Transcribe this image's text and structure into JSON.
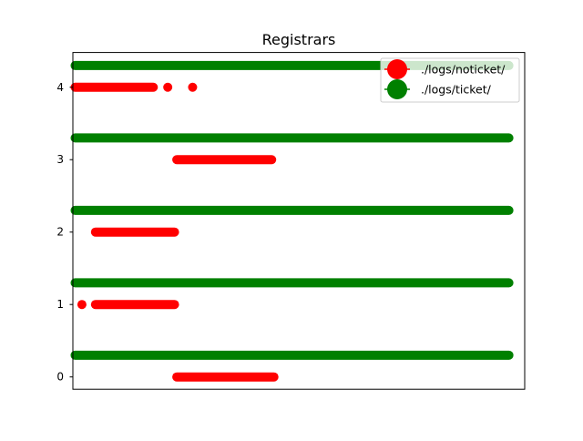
{
  "chart_data": {
    "type": "scatter",
    "title": "Registrars",
    "xlabel": "",
    "ylabel": "",
    "xlim": [
      0,
      100
    ],
    "ylim": [
      -0.17,
      4.48
    ],
    "xticks_shown": false,
    "yticks": [
      0,
      1,
      2,
      3,
      4
    ],
    "grid": false,
    "legend_placement": "upper-right",
    "series": [
      {
        "name": "./logs/noticket/",
        "color": "#ff0000",
        "segments": [
          {
            "y": 4.0,
            "x_start": 0.5,
            "x_end": 17.8
          },
          {
            "y": 3.0,
            "x_start": 23.0,
            "x_end": 44.0
          },
          {
            "y": 2.0,
            "x_start": 5.0,
            "x_end": 22.5
          },
          {
            "y": 1.0,
            "x_start": 5.0,
            "x_end": 22.5
          },
          {
            "y": 0.0,
            "x_start": 23.0,
            "x_end": 44.5
          }
        ],
        "points": [
          {
            "x": 21.0,
            "y": 4.0
          },
          {
            "x": 26.5,
            "y": 4.0
          },
          {
            "x": 2.0,
            "y": 1.0
          }
        ]
      },
      {
        "name": "./logs/ticket/",
        "color": "#008000",
        "segments": [
          {
            "y": 4.3,
            "x_start": 0.5,
            "x_end": 96.5
          },
          {
            "y": 3.3,
            "x_start": 0.5,
            "x_end": 96.5
          },
          {
            "y": 2.3,
            "x_start": 0.5,
            "x_end": 96.5
          },
          {
            "y": 1.3,
            "x_start": 0.5,
            "x_end": 96.5
          },
          {
            "y": 0.3,
            "x_start": 0.5,
            "x_end": 96.5
          }
        ],
        "points": []
      }
    ]
  }
}
